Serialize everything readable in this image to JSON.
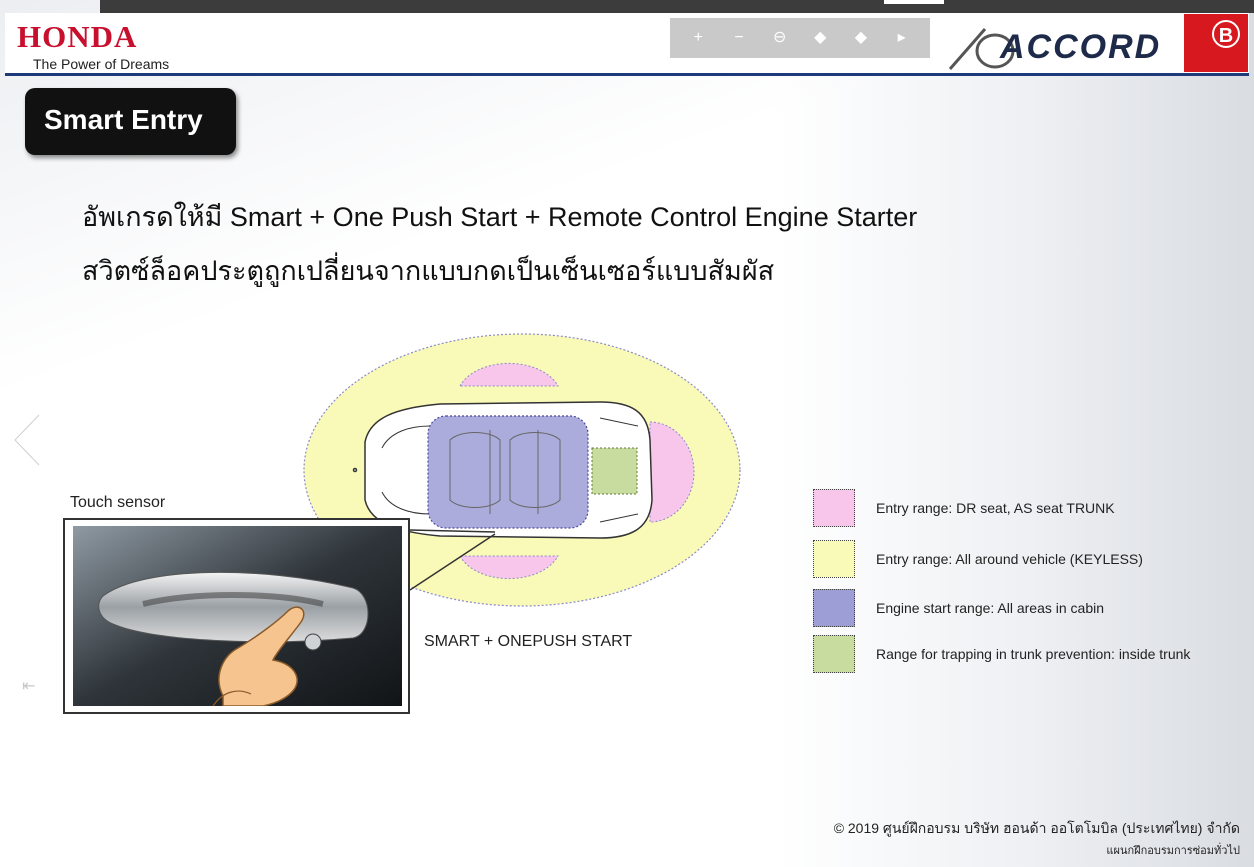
{
  "header": {
    "brand": "HONDA",
    "tagline": "The Power of Dreams",
    "model_logo": "ACCORD",
    "generation_mark": "10",
    "badge": "B"
  },
  "toolbar": {
    "tools": [
      {
        "name": "zoom-in-icon",
        "glyph": "+"
      },
      {
        "name": "zoom-out-icon",
        "glyph": "−"
      },
      {
        "name": "zoom-reset-icon",
        "glyph": "⊖"
      },
      {
        "name": "previous-icon",
        "glyph": "◆"
      },
      {
        "name": "next-icon",
        "glyph": "◆"
      },
      {
        "name": "pointer-icon",
        "glyph": "▸"
      }
    ]
  },
  "slide": {
    "title": "Smart Entry",
    "line1": "อัพเกรดให้มี Smart + One Push Start +  Remote Control Engine Starter",
    "line2": "สวิตซ์ล็อคประตูถูกเปลี่ยนจากแบบกดเป็นเซ็นเซอร์แบบสัมผัส",
    "touch_sensor_label": "Touch sensor",
    "diagram_caption": "SMART + ONEPUSH START",
    "legend": [
      {
        "color": "#f7c6ea",
        "text": "Entry range: DR seat, AS seat TRUNK"
      },
      {
        "color": "#fafab8",
        "text": "Entry range: All around vehicle (KEYLESS)"
      },
      {
        "color": "#9e9ed6",
        "text": "Engine start range: All areas in cabin"
      },
      {
        "color": "#c8dca0",
        "text": "Range for trapping in trunk prevention: inside trunk"
      }
    ]
  },
  "footer": {
    "copyright": "© 2019 ศูนย์ฝึกอบรม บริษัท ฮอนด้า ออโตโมบิล (ประเทศไทย) จำกัด",
    "department": "แผนกฝึกอบรมการซ่อมทั่วไป"
  },
  "colors": {
    "brand_red": "#c8102e",
    "header_line": "#1d3b7a",
    "title_box": "#111111"
  }
}
